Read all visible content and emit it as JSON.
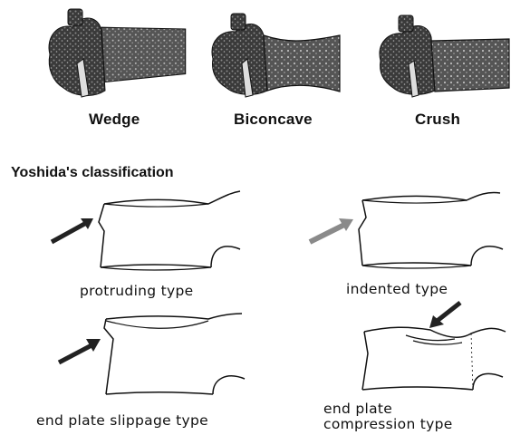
{
  "colors": {
    "ink": "#111111",
    "vertebra_dark": "#2a2a2a",
    "vertebra_mid": "#777777",
    "arrow": "#3a3a3a",
    "arrow_light": "#8a8a8a"
  },
  "top_row": {
    "labels": [
      "Wedge",
      "Biconcave",
      "Crush"
    ]
  },
  "yoshida": {
    "title": "Yoshida's classification",
    "types": [
      "protruding type",
      "indented type",
      "end plate slippage type",
      "end plate compression type"
    ],
    "compression_caption_lines": [
      "end plate",
      "compression type"
    ]
  }
}
